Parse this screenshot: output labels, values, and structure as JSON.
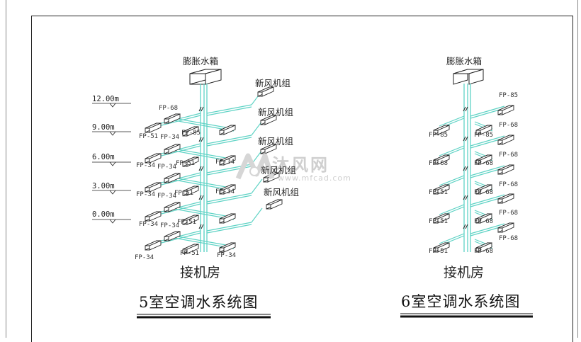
{
  "diagram5": {
    "tank_label": "膨胀水箱",
    "fresh_air_labels": [
      "新风机组",
      "新风机组",
      "新风机组",
      "新风机组",
      "新风机组"
    ],
    "levels": [
      "12.00m",
      "9.00m",
      "6.00m",
      "3.00m",
      "0.00m"
    ],
    "fan_coil_labels": [
      "FP-68",
      "FP-51",
      "FP-34",
      "FP-85",
      "FP-34",
      "FP-34",
      "FP-51",
      "FP-34",
      "FP-34",
      "FP-51",
      "FP-34",
      "FP-34",
      "FP-34",
      "FP-51",
      "FP-34",
      "FP-34",
      "FP-51",
      "FP-34"
    ],
    "room_label": "接机房",
    "title": "5室空调水系统图"
  },
  "diagram6": {
    "tank_label": "膨胀水箱",
    "fan_coil_labels": [
      "FP-85",
      "FP-85",
      "FP-85",
      "FP-68",
      "FP-68",
      "FP-68",
      "FP-68",
      "FP-68",
      "FP-51",
      "FP-68",
      "FP-68",
      "FP-51",
      "FP-68",
      "FP-68",
      "FP-51",
      "FP-68"
    ],
    "room_label": "接机房",
    "title": "6室空调水系统图"
  },
  "watermark": {
    "name": "沐风网",
    "url": "www.mfcad.com"
  },
  "colors": {
    "pipe": "#5fd3c5",
    "line": "#222222",
    "watermark": "#cfcfcf"
  }
}
